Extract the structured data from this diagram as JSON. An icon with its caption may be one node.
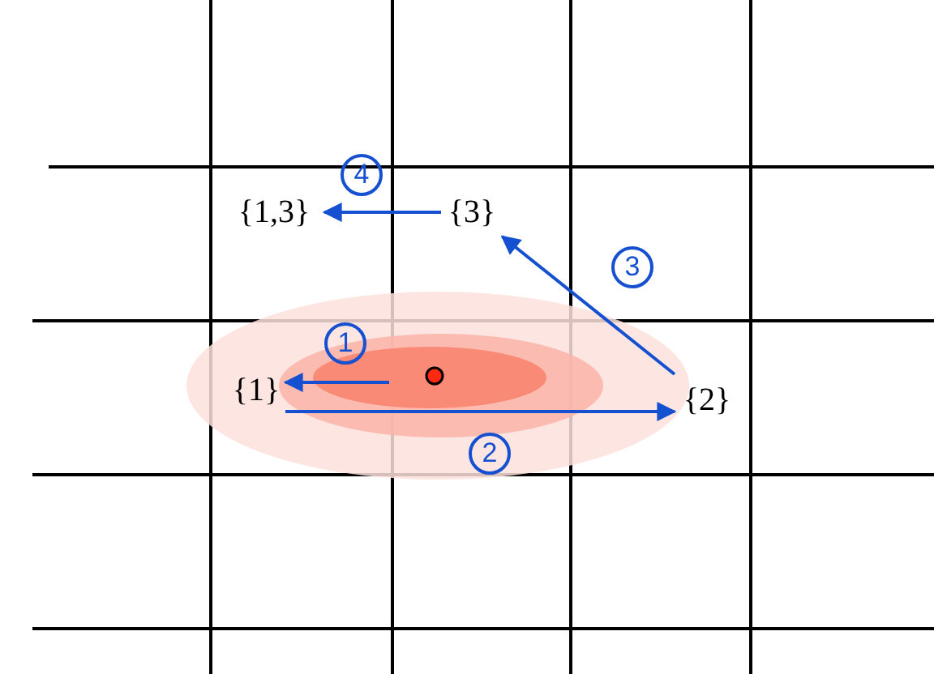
{
  "diagram": {
    "nodes": [
      {
        "text": [
          "{1,3}"
        ]
      },
      {
        "text": [
          "{3}"
        ]
      },
      {
        "text": [
          "{1}"
        ]
      },
      {
        "text": [
          "{2}"
        ]
      }
    ],
    "edges": [
      {
        "from": null,
        "to": 2,
        "arrow": "to",
        "label": "1"
      },
      {
        "from": 2,
        "to": 3,
        "arrow": "to",
        "label": "2"
      },
      {
        "from": 3,
        "to": 1,
        "arrow": "to",
        "label": "3"
      },
      {
        "from": 1,
        "to": 0,
        "arrow": "to",
        "label": "4"
      }
    ]
  }
}
